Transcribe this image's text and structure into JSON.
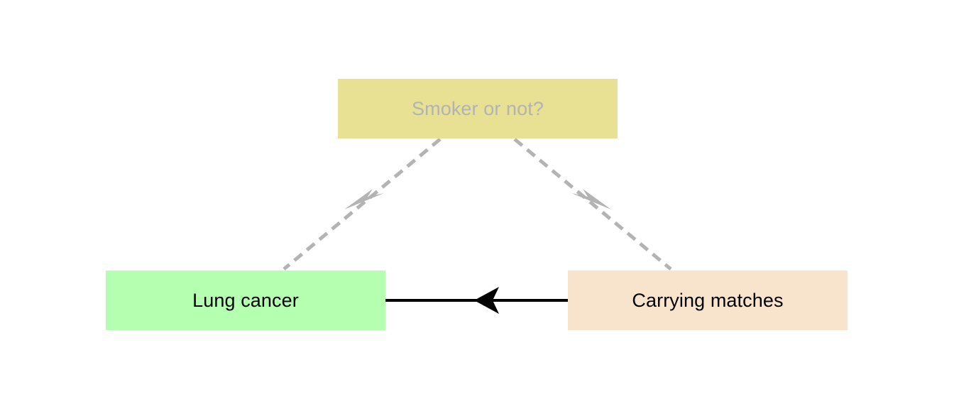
{
  "diagram": {
    "type": "causal-graph",
    "background_color": "#ffffff",
    "nodes": [
      {
        "id": "smoker",
        "label": "Smoker or not?",
        "fill_color": "#e8e093",
        "text_color": "#b3b3b3",
        "state": "latent"
      },
      {
        "id": "lung-cancer",
        "label": "Lung cancer",
        "fill_color": "#b4ffb0",
        "text_color": "#000000",
        "state": "observed"
      },
      {
        "id": "carrying-matches",
        "label": "Carrying matches",
        "fill_color": "#f8e4cc",
        "text_color": "#000000",
        "state": "observed"
      }
    ],
    "edges": [
      {
        "id": "smoker-to-lung-cancer",
        "from": "smoker",
        "to": "lung-cancer",
        "style": "dashed",
        "color": "#b3b3b3"
      },
      {
        "id": "smoker-to-carrying-matches",
        "from": "smoker",
        "to": "carrying-matches",
        "style": "dashed",
        "color": "#b3b3b3"
      },
      {
        "id": "carrying-matches-to-lung-cancer",
        "from": "carrying-matches",
        "to": "lung-cancer",
        "style": "solid",
        "color": "#000000"
      }
    ]
  }
}
